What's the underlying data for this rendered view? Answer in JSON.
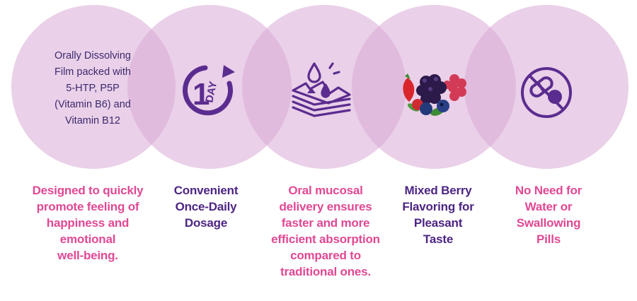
{
  "intro": {
    "lines": [
      "Orally Dissolving",
      "Film packed with",
      "5-HTP, P5P",
      "(Vitamin B6) and",
      "Vitamin B12"
    ]
  },
  "icons": {
    "day_number": "1",
    "day_word": "DAY"
  },
  "features": [
    {
      "lines": [
        "Designed to quickly",
        "promote feeling of",
        "happiness and",
        "emotional",
        "well-being."
      ]
    },
    {
      "lines": [
        "Convenient",
        "Once-Daily",
        "Dosage"
      ]
    },
    {
      "lines": [
        "Oral mucosal",
        "delivery ensures",
        "faster and more",
        "efficient absorption",
        "compared to",
        "traditional ones."
      ]
    },
    {
      "lines": [
        "Mixed Berry",
        "Flavoring for",
        "Pleasant",
        "Taste"
      ]
    },
    {
      "lines": [
        "No Need for",
        "Water or",
        "Swallowing",
        "Pills"
      ]
    }
  ],
  "colors": {
    "circle": "#d8aad6",
    "pink": "#e04894",
    "purple": "#4d2583",
    "icon": "#5b2c8f"
  }
}
